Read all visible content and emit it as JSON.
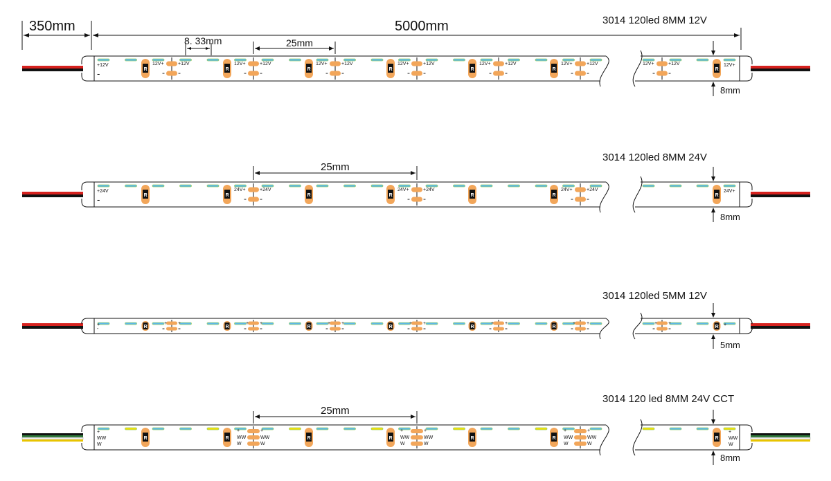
{
  "dimensions": {
    "lead_length": "350mm",
    "total_length": "5000mm",
    "led_pitch": "8. 33mm",
    "cut_unit_12v": "25mm",
    "cut_unit_24v": "25mm",
    "cut_unit_cct": "25mm"
  },
  "strips": [
    {
      "title": "3014 120led  8MM 12V",
      "width_label": "8mm",
      "pad_pos": "+12V",
      "pad_pos_left": "12V+",
      "pad_neg": "-"
    },
    {
      "title": "3014 120led 8MM 24V",
      "width_label": "8mm",
      "pad_pos": "+24V",
      "pad_pos_left": "24V+",
      "pad_neg": "-"
    },
    {
      "title": "3014 120led  5MM 12V",
      "width_label": "5mm",
      "pad_pos": "+",
      "pad_pos_left": "+",
      "pad_neg": "-"
    },
    {
      "title": "3014  120 led 8MM 24V CCT",
      "width_label": "8mm",
      "pad_pos": "+",
      "pad_ww": "WW",
      "pad_w": "W"
    }
  ],
  "resistor_mark": "R",
  "colors": {
    "outline": "#111111",
    "pad": "#f2a65a",
    "led_blue": "#5bb8e6",
    "led_green": "#9fd06b",
    "led_yellow": "#f5e000",
    "wire_red": "#d6221f",
    "wire_black": "#111111",
    "wire_yellow": "#e8c400",
    "wire_green": "#2e7a3a",
    "wire_white": "#eeeeee"
  }
}
